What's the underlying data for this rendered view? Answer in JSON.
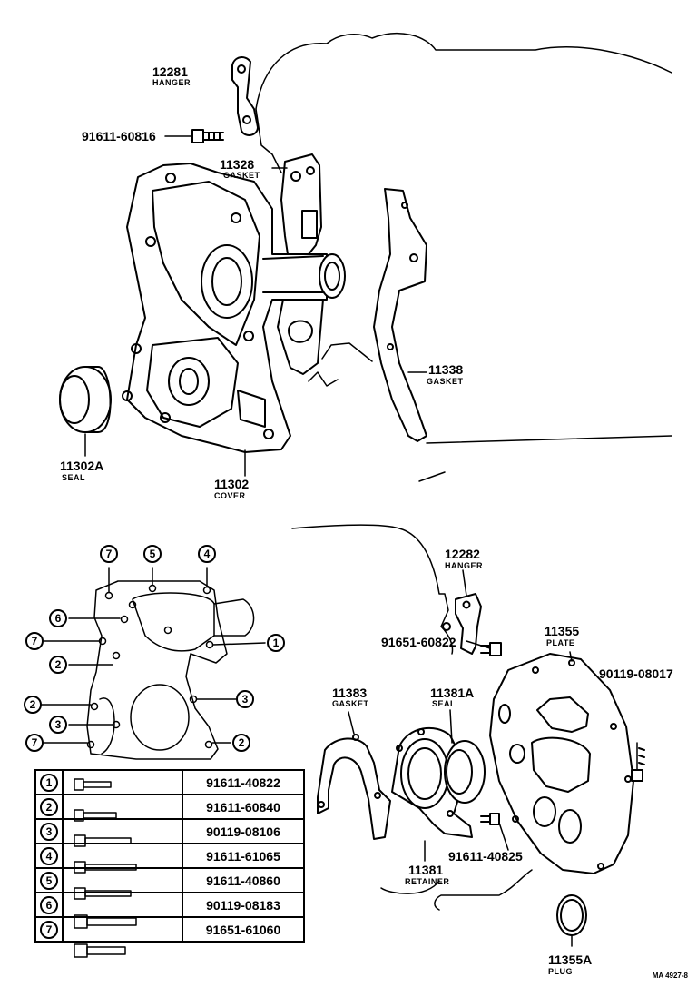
{
  "callouts": {
    "hanger_12281": {
      "number": "12281",
      "name": "HANGER"
    },
    "bolt_91611_60816": {
      "number": "91611-60816"
    },
    "gasket_11328": {
      "number": "11328",
      "name": "GASKET"
    },
    "gasket_11338": {
      "number": "11338",
      "name": "GASKET"
    },
    "seal_11302A": {
      "number": "11302A",
      "name": "SEAL"
    },
    "cover_11302": {
      "number": "11302",
      "name": "COVER"
    },
    "hanger_12282": {
      "number": "12282",
      "name": "HANGER"
    },
    "bolt_91651_60822": {
      "number": "91651-60822"
    },
    "plate_11355": {
      "number": "11355",
      "name": "PLATE"
    },
    "bolt_90119_08017": {
      "number": "90119-08017"
    },
    "gasket_11383": {
      "number": "11383",
      "name": "GASKET"
    },
    "seal_11381A": {
      "number": "11381A",
      "name": "SEAL"
    },
    "bolt_91611_40825": {
      "number": "91611-40825"
    },
    "retainer_11381": {
      "number": "11381",
      "name": "RETAINER"
    },
    "plug_11355A": {
      "number": "11355A",
      "name": "PLUG"
    }
  },
  "bolt_markers": [
    {
      "num": "7"
    },
    {
      "num": "5"
    },
    {
      "num": "4"
    },
    {
      "num": "6"
    },
    {
      "num": "1"
    },
    {
      "num": "7"
    },
    {
      "num": "2"
    },
    {
      "num": "2"
    },
    {
      "num": "3"
    },
    {
      "num": "3"
    },
    {
      "num": "7"
    },
    {
      "num": "2"
    }
  ],
  "bolt_table": [
    {
      "key": "1",
      "part": "91611-40822"
    },
    {
      "key": "2",
      "part": "91611-60840"
    },
    {
      "key": "3",
      "part": "90119-08106"
    },
    {
      "key": "4",
      "part": "91611-61065"
    },
    {
      "key": "5",
      "part": "91611-40860"
    },
    {
      "key": "6",
      "part": "90119-08183"
    },
    {
      "key": "7",
      "part": "91651-61060"
    }
  ],
  "reference_code": "MA 4927-8"
}
